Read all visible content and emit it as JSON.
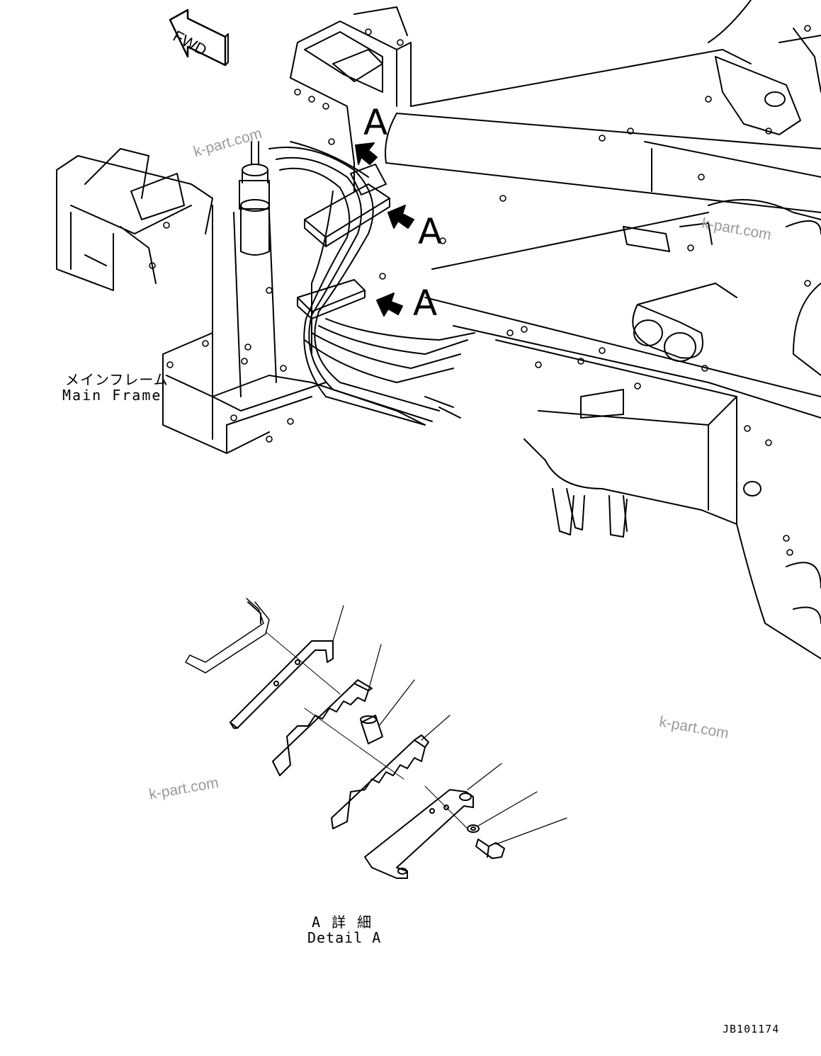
{
  "fwd_label": "FWD",
  "callout_letter": "A",
  "main_frame": {
    "jp": "メインフレーム",
    "en": "Main Frame"
  },
  "detail": {
    "jp": "A 詳 細",
    "en": "Detail A"
  },
  "drawing_code": "JB101174",
  "watermark": "k-part.com"
}
